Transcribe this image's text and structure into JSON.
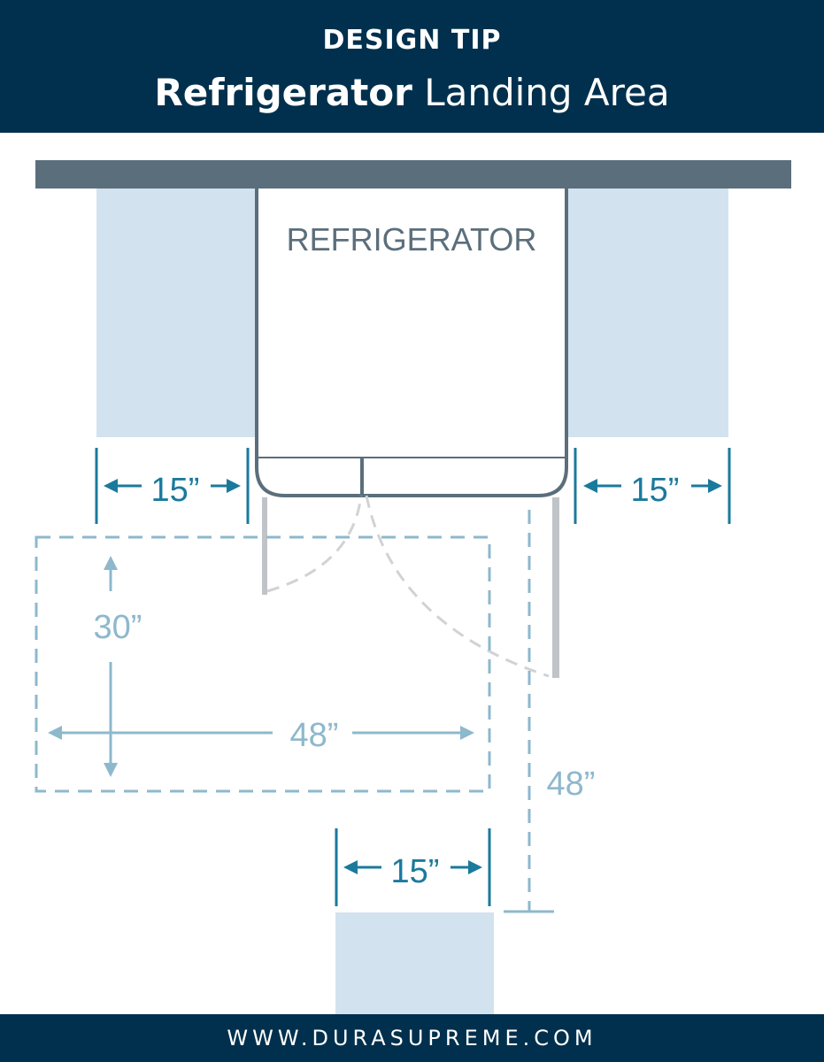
{
  "header": {
    "kicker": "DESIGN TIP",
    "title_bold": "Refrigerator",
    "title_rest": "Landing Area"
  },
  "diagram": {
    "appliance_label": "REFRIGERATOR",
    "left_landing_width": "15”",
    "right_landing_width": "15”",
    "clearance_depth": "30”",
    "clearance_width": "48”",
    "island_distance": "48”",
    "island_landing_width": "15”"
  },
  "colors": {
    "navy": "#00304d",
    "wall": "#5b6e7b",
    "counter": "#d2e2ef",
    "teal": "#1a7a9c",
    "light_blue": "#8eb8cc"
  },
  "footer": {
    "url": "WWW.DURASUPREME.COM"
  }
}
